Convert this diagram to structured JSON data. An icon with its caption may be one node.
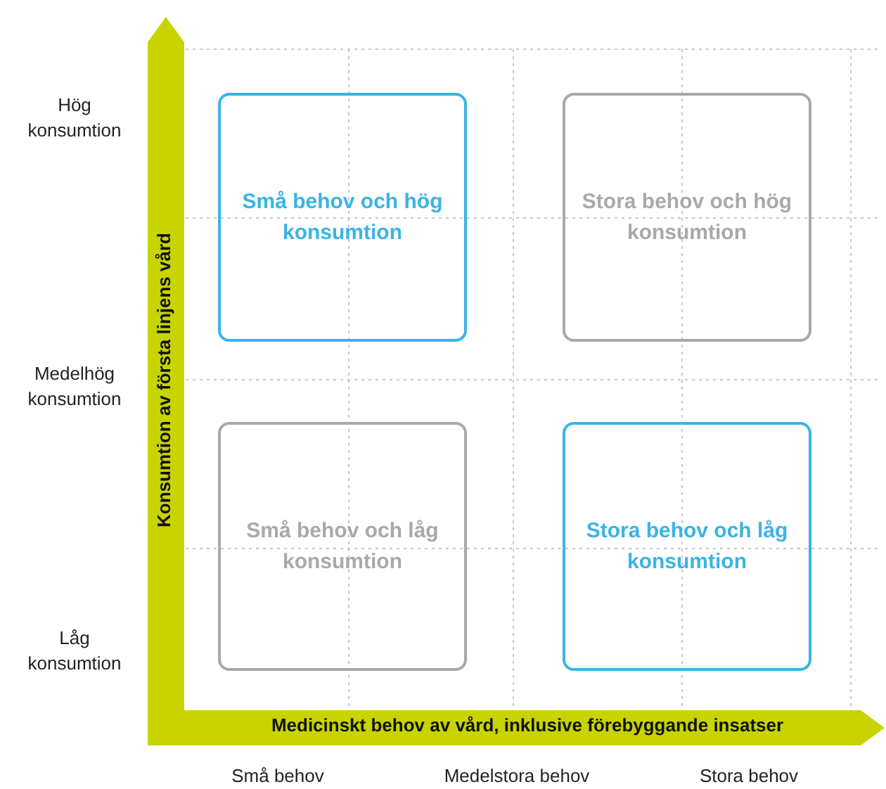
{
  "diagram": {
    "nodes": [
      {
        "text": [
          "Små behov och hög konsumtion"
        ]
      },
      {
        "text": [
          "Stora behov och hög konsumtion"
        ]
      },
      {
        "text": [
          "Små behov och låg konsumtion"
        ]
      },
      {
        "text": [
          "Stora behov och låg konsumtion"
        ]
      }
    ],
    "edges": [],
    "labels": [
      "Hög konsumtion",
      "Konsumtion av första linjens vård",
      "Medelhög konsumtion",
      "Låg konsumtion",
      "Medicinskt behov av vård, inklusive förebyggande insatser",
      "Små behov",
      "Medelstora behov",
      "Stora behov"
    ]
  }
}
